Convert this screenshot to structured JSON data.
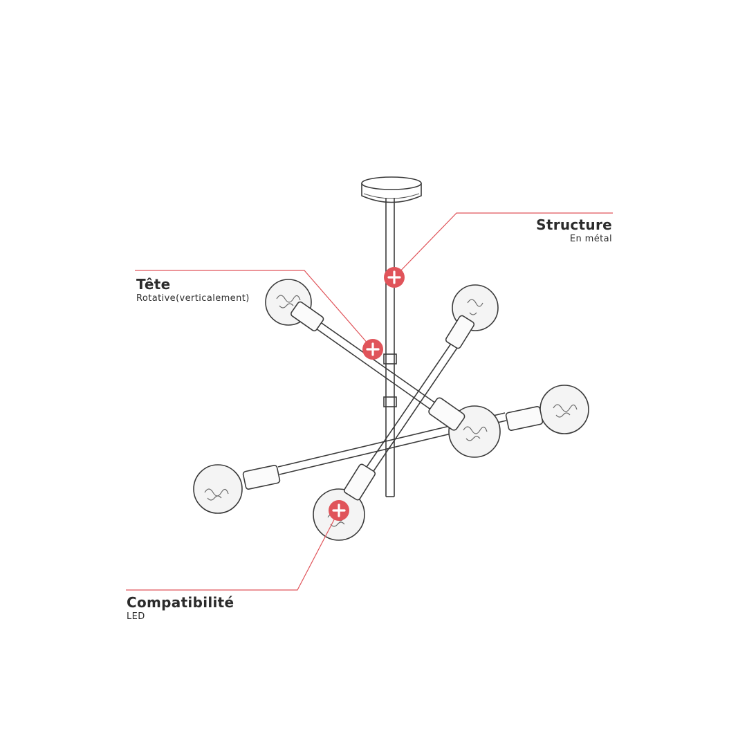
{
  "callouts": {
    "structure": {
      "title": "Structure",
      "subtitle": "En métal"
    },
    "tete": {
      "title": "Tête",
      "subtitle": "Rotative(verticalement)"
    },
    "compatibilite": {
      "title": "Compatibilité",
      "subtitle": "LED"
    }
  },
  "colors": {
    "accent": "#e0545a",
    "line_art": "#3a3a3a",
    "background": "#ffffff"
  },
  "icons": {
    "hotspot": "plus-icon"
  }
}
